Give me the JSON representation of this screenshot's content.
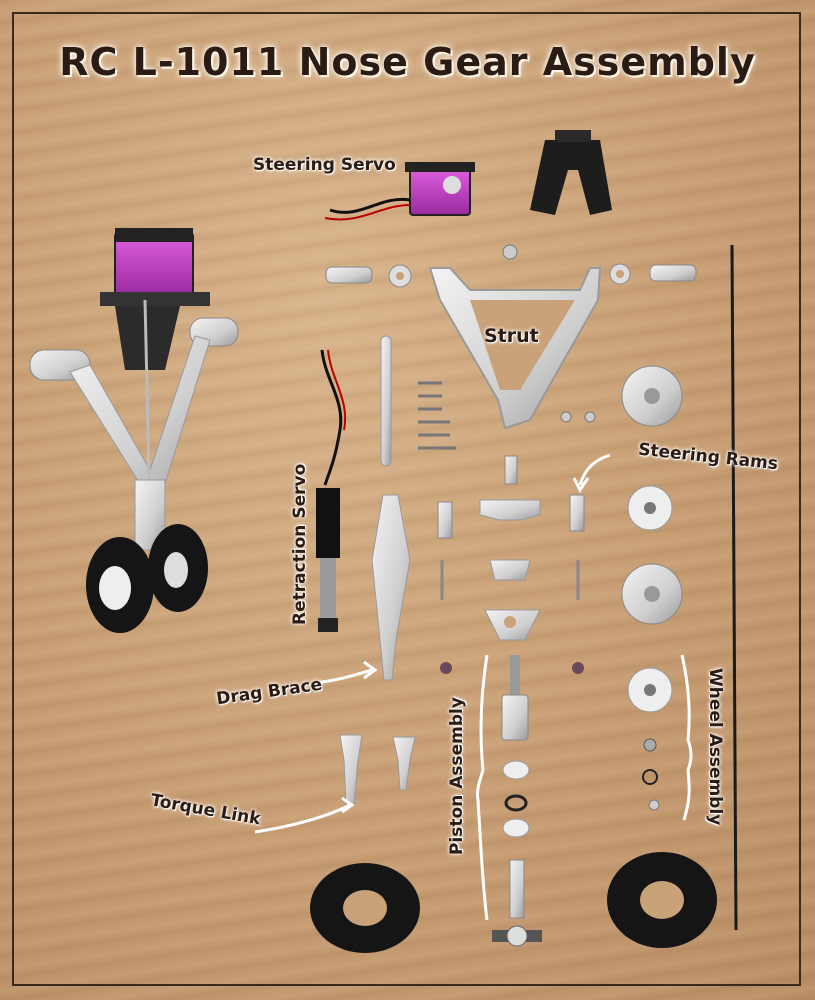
{
  "title": "RC L-1011 Nose Gear Assembly",
  "labels": {
    "steering_servo": "Steering Servo",
    "strut": "Strut",
    "steering_rams": "Steering Rams",
    "retraction_servo": "Retraction Servo",
    "drag_brace": "Drag Brace",
    "piston_assembly": "Piston Assembly",
    "wheel_assembly": "Wheel Assembly",
    "torque_link": "Torque Link"
  },
  "colors": {
    "servo_purple": "#c43ac8",
    "metal": "#d9d9d9",
    "dark_metal": "#2b2b2b",
    "tire": "#151515",
    "wood": "#c9a27a"
  }
}
